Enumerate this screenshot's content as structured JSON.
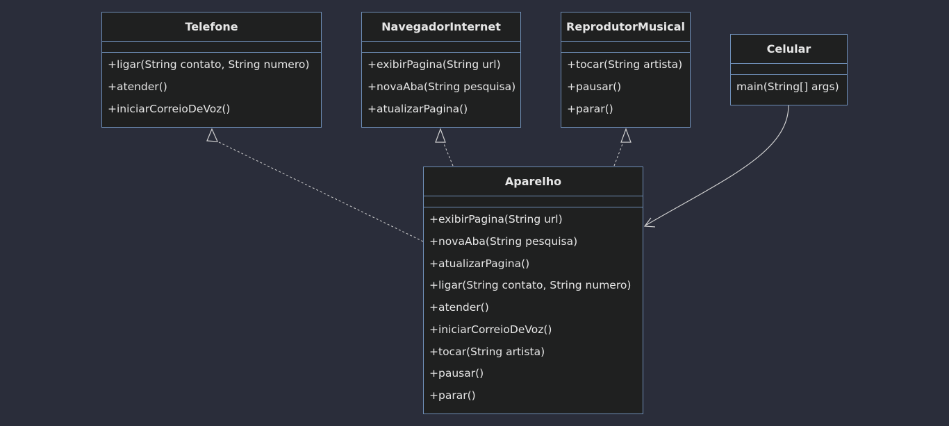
{
  "diagram": {
    "colors": {
      "background": "#2a2d3a",
      "box_fill": "#1f2020",
      "box_border": "#6f8fb8",
      "edge": "#d0d0d0",
      "text": "#e6e6e6"
    },
    "classes": [
      {
        "id": "telefone",
        "name": "Telefone",
        "methods": [
          "+ligar(String contato, String numero)",
          "+atender()",
          "+iniciarCorreioDeVoz()"
        ]
      },
      {
        "id": "navegador",
        "name": "NavegadorInternet",
        "methods": [
          "+exibirPagina(String url)",
          "+novaAba(String pesquisa)",
          "+atualizarPagina()"
        ]
      },
      {
        "id": "reprodutor",
        "name": "ReprodutorMusical",
        "methods": [
          "+tocar(String artista)",
          "+pausar()",
          "+parar()"
        ]
      },
      {
        "id": "celular",
        "name": "Celular",
        "methods": [
          "main(String[] args)"
        ]
      },
      {
        "id": "aparelho",
        "name": "Aparelho",
        "methods": [
          "+exibirPagina(String url)",
          "+novaAba(String pesquisa)",
          "+atualizarPagina()",
          "+ligar(String contato, String numero)",
          "+atender()",
          "+iniciarCorreioDeVoz()",
          "+tocar(String artista)",
          "+pausar()",
          "+parar()"
        ]
      }
    ],
    "relations": [
      {
        "from": "aparelho",
        "to": "telefone",
        "type": "realization"
      },
      {
        "from": "aparelho",
        "to": "navegador",
        "type": "realization"
      },
      {
        "from": "aparelho",
        "to": "reprodutor",
        "type": "realization"
      },
      {
        "from": "celular",
        "to": "aparelho",
        "type": "association"
      }
    ]
  }
}
